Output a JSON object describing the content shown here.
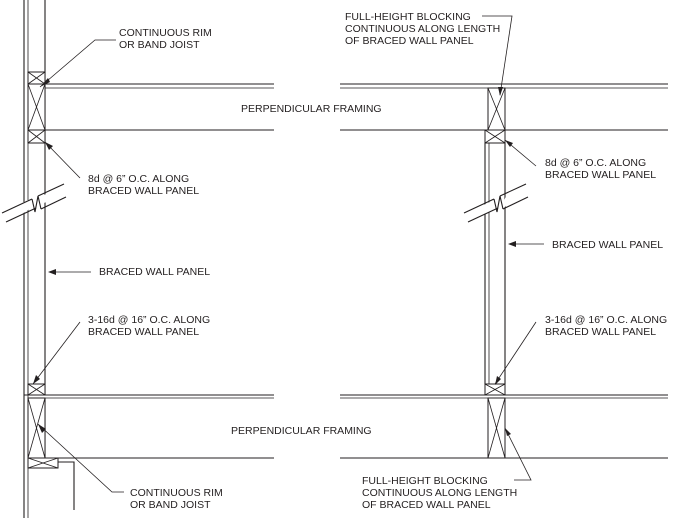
{
  "left": {
    "top_rim_label": [
      "CONTINUOUS RIM",
      "OR BAND JOIST"
    ],
    "framing_top_label": "PERPENDICULAR FRAMING",
    "nail_top_label": [
      "8d @ 6” O.C. ALONG",
      "BRACED WALL PANEL"
    ],
    "panel_label": "BRACED WALL PANEL",
    "nail_bottom_label": [
      "3-16d @ 16” O.C. ALONG",
      "BRACED WALL PANEL"
    ],
    "framing_bottom_label": "PERPENDICULAR FRAMING",
    "bottom_rim_label": [
      "CONTINUOUS RIM",
      "OR BAND JOIST"
    ]
  },
  "right": {
    "top_blocking_label": [
      "FULL-HEIGHT BLOCKING",
      "CONTINUOUS ALONG LENGTH",
      "OF BRACED WALL PANEL"
    ],
    "nail_top_label": [
      "8d @ 6” O.C. ALONG",
      "BRACED WALL PANEL"
    ],
    "panel_label": "BRACED WALL PANEL",
    "nail_bottom_label": [
      "3-16d @ 16” O.C. ALONG",
      "BRACED WALL PANEL"
    ],
    "bottom_blocking_label": [
      "FULL-HEIGHT BLOCKING",
      "CONTINUOUS ALONG LENGTH",
      "OF BRACED WALL PANEL"
    ]
  }
}
